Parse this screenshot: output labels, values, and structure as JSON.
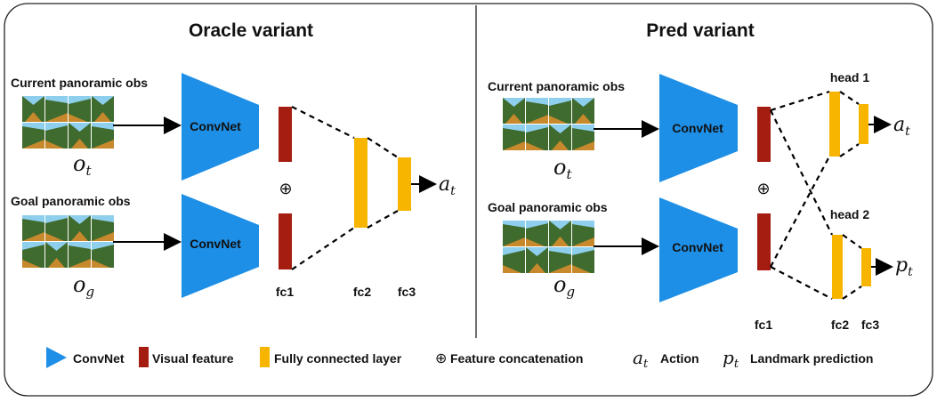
{
  "oracle": {
    "title": "Oracle variant",
    "current_obs_label": "Current panoramic obs",
    "goal_obs_label": "Goal panoramic obs",
    "current_obs_var": "o",
    "current_obs_sub": "t",
    "goal_obs_var": "o",
    "goal_obs_sub": "g",
    "convnet_label": "ConvNet",
    "concat_symbol": "⊕",
    "fc1": "fc1",
    "fc2": "fc2",
    "fc3": "fc3",
    "output_var": "a",
    "output_sub": "t"
  },
  "pred": {
    "title": "Pred variant",
    "current_obs_label": "Current panoramic obs",
    "goal_obs_label": "Goal panoramic obs",
    "current_obs_var": "o",
    "current_obs_sub": "t",
    "goal_obs_var": "o",
    "goal_obs_sub": "g",
    "convnet_label": "ConvNet",
    "concat_symbol": "⊕",
    "head1": "head 1",
    "head2": "head 2",
    "fc1": "fc1",
    "fc2": "fc2",
    "fc3": "fc3",
    "output1_var": "a",
    "output1_sub": "t",
    "output2_var": "p",
    "output2_sub": "t"
  },
  "legend": {
    "convnet": "ConvNet",
    "visual_feature": "Visual feature",
    "fully_connected": "Fully connected layer",
    "concat_symbol": "⊕",
    "concat": "Feature concatenation",
    "action_var": "a",
    "action_sub": "t",
    "action": "Action",
    "landmark_var": "p",
    "landmark_sub": "t",
    "landmark": "Landmark prediction"
  },
  "colors": {
    "convnet": "#1e8fe6",
    "visual_feature": "#a51c10",
    "fully_connected": "#f7b500",
    "sky": "#8fcfee",
    "grass": "#3f6b2e",
    "sand": "#c7892c"
  }
}
